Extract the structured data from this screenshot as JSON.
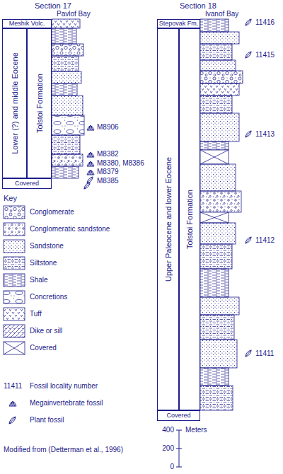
{
  "diagram": {
    "caption": "Modified from (Detterman et al., 1996)",
    "nodes": [
      {
        "text": [
          "Meshik Volc."
        ]
      },
      {
        "text": [
          "Lower (?) and middle Eocene"
        ]
      },
      {
        "text": [
          "Tolstoi Formation"
        ]
      },
      {
        "text": [
          "Covered"
        ]
      },
      {
        "text": [
          "Stepovak Fm."
        ]
      },
      {
        "text": [
          "Upper Paleocene and lower Eocene"
        ]
      },
      {
        "text": [
          "Tolstoi Formation"
        ]
      },
      {
        "text": [
          "Covered"
        ]
      }
    ],
    "labels": [
      "Section 17",
      "Pavlof Bay",
      "M8906",
      "M8382",
      "M8380, M8386",
      "M8379",
      "M8385",
      "Section 18",
      "Ivanof Bay",
      "11416",
      "11415",
      "11413",
      "11412",
      "11411",
      "Key",
      "11411",
      "400",
      "Meters",
      "200",
      "0"
    ],
    "legend": [
      {
        "text": "Conglomerate"
      },
      {
        "text": "Conglomeratic sandstone"
      },
      {
        "text": "Sandstone"
      },
      {
        "text": "Siltstone"
      },
      {
        "text": "Shale"
      },
      {
        "text": "Concretions"
      },
      {
        "text": "Tuff"
      },
      {
        "text": "Dike or sill"
      },
      {
        "text": "Covered"
      },
      {
        "text": "Fossil locality number"
      },
      {
        "text": "Megainvertebrate fossil"
      },
      {
        "text": "Plant fossil"
      }
    ]
  }
}
